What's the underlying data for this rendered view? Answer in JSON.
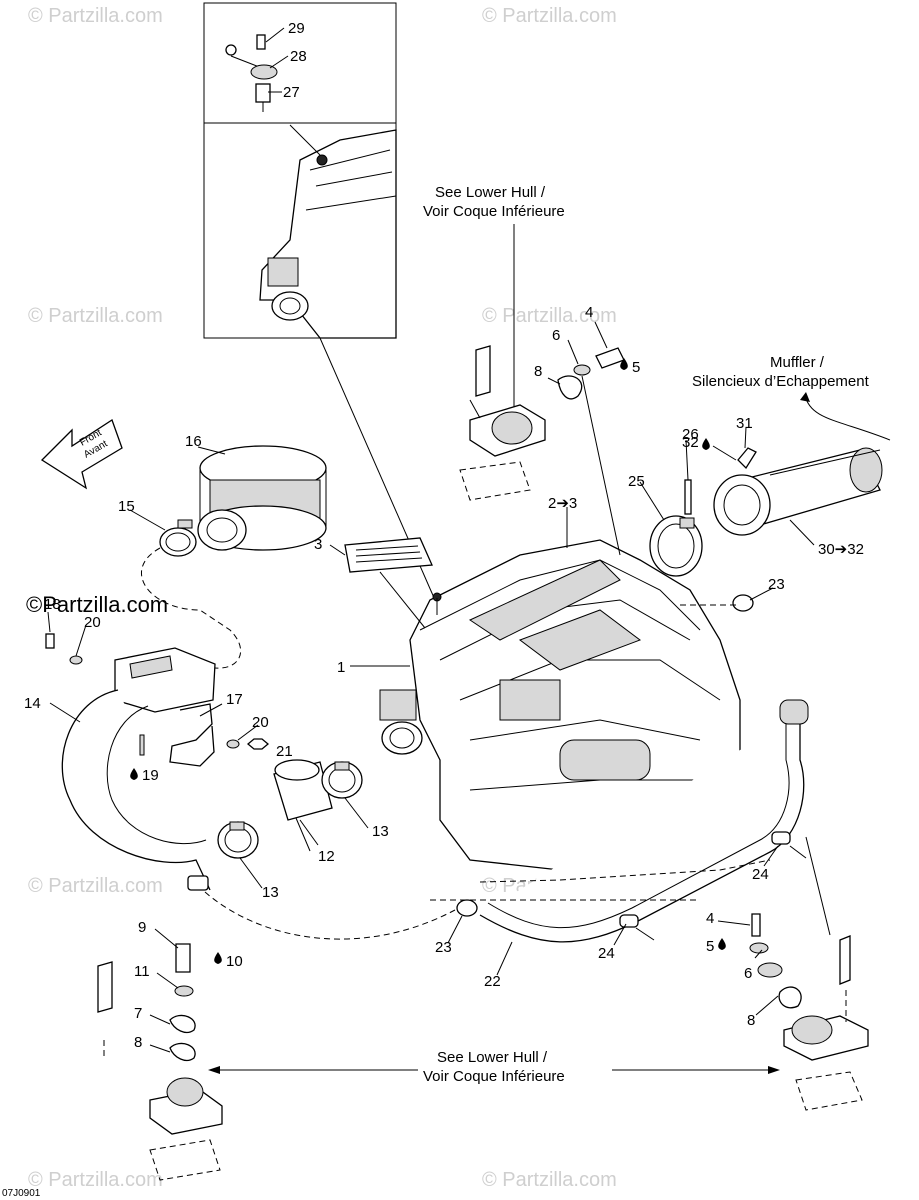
{
  "watermarks": {
    "brand": "© Partzilla.com",
    "brand_dark": "©Partzilla.com"
  },
  "notes": {
    "lower_hull_top": [
      "See Lower Hull /",
      "Voir Coque Inférieure"
    ],
    "lower_hull_bottom": [
      "See Lower Hull /",
      "Voir Coque Inférieure"
    ],
    "muffler": [
      "Muffler /",
      "Silencieux d’Echappement"
    ],
    "front_arrow": [
      "Front",
      "Avant"
    ]
  },
  "diagram_code": "07J0901",
  "callouts": {
    "c1": "1",
    "c2_3": "2➔3",
    "c3": "3",
    "c4a": "4",
    "c4b": "4",
    "c5a": "5",
    "c5b": "5",
    "c6a": "6",
    "c6b": "6",
    "c7": "7",
    "c8a": "8",
    "c8b": "8",
    "c8c": "8",
    "c9": "9",
    "c10": "10",
    "c11": "11",
    "c12": "12",
    "c13a": "13",
    "c13b": "13",
    "c14": "14",
    "c15": "15",
    "c16": "16",
    "c17": "17",
    "c18": "18",
    "c19": "19",
    "c20a": "20",
    "c20b": "20",
    "c21": "21",
    "c22": "22",
    "c23a": "23",
    "c23b": "23",
    "c24a": "24",
    "c24b": "24",
    "c25": "25",
    "c26": "26",
    "c27": "27",
    "c28": "28",
    "c29": "29",
    "c30_32": "30➔32",
    "c31": "31",
    "c32": "32"
  },
  "colors": {
    "line": "#000000",
    "watermark": "#cfcfcf",
    "shade": "#d8d8d8"
  }
}
